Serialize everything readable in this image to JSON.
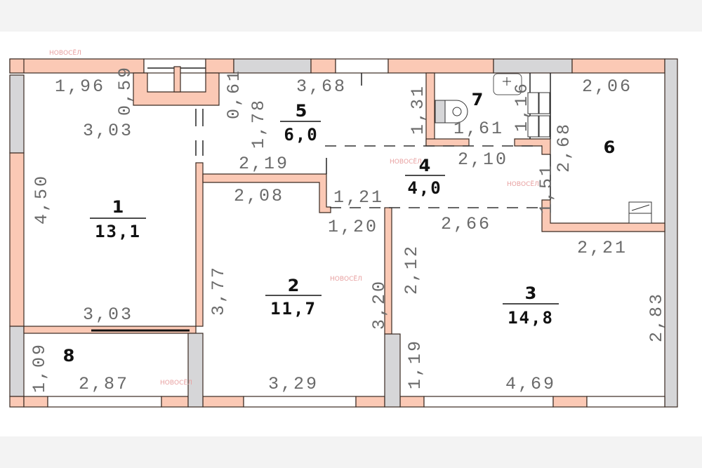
{
  "watermark": "НОВОСЁЛ",
  "colors": {
    "wall": "#fbc9b5",
    "window": "#d6d6d8",
    "text": "#6a6a6a"
  },
  "rooms": [
    {
      "number": "1",
      "area": "13,1"
    },
    {
      "number": "2",
      "area": "11,7"
    },
    {
      "number": "3",
      "area": "14,8"
    },
    {
      "number": "4",
      "area": "4,0"
    },
    {
      "number": "5",
      "area": "6,0"
    },
    {
      "number": "6"
    },
    {
      "number": "7"
    },
    {
      "number": "8"
    }
  ],
  "dimensions": [
    "1,96",
    "0,59",
    "3,03",
    "4,50",
    "3,03",
    "0,61",
    "1,78",
    "3,68",
    "1,31",
    "2,19",
    "2,08",
    "1,21",
    "1,20",
    "2,10",
    "1,61",
    "1,16",
    "2,68",
    "1,51",
    "2,06",
    "2,66",
    "2,21",
    "2,12",
    "3,77",
    "3,20",
    "2,83",
    "1,19",
    "4,69",
    "3,29",
    "2,87",
    "1,09"
  ]
}
